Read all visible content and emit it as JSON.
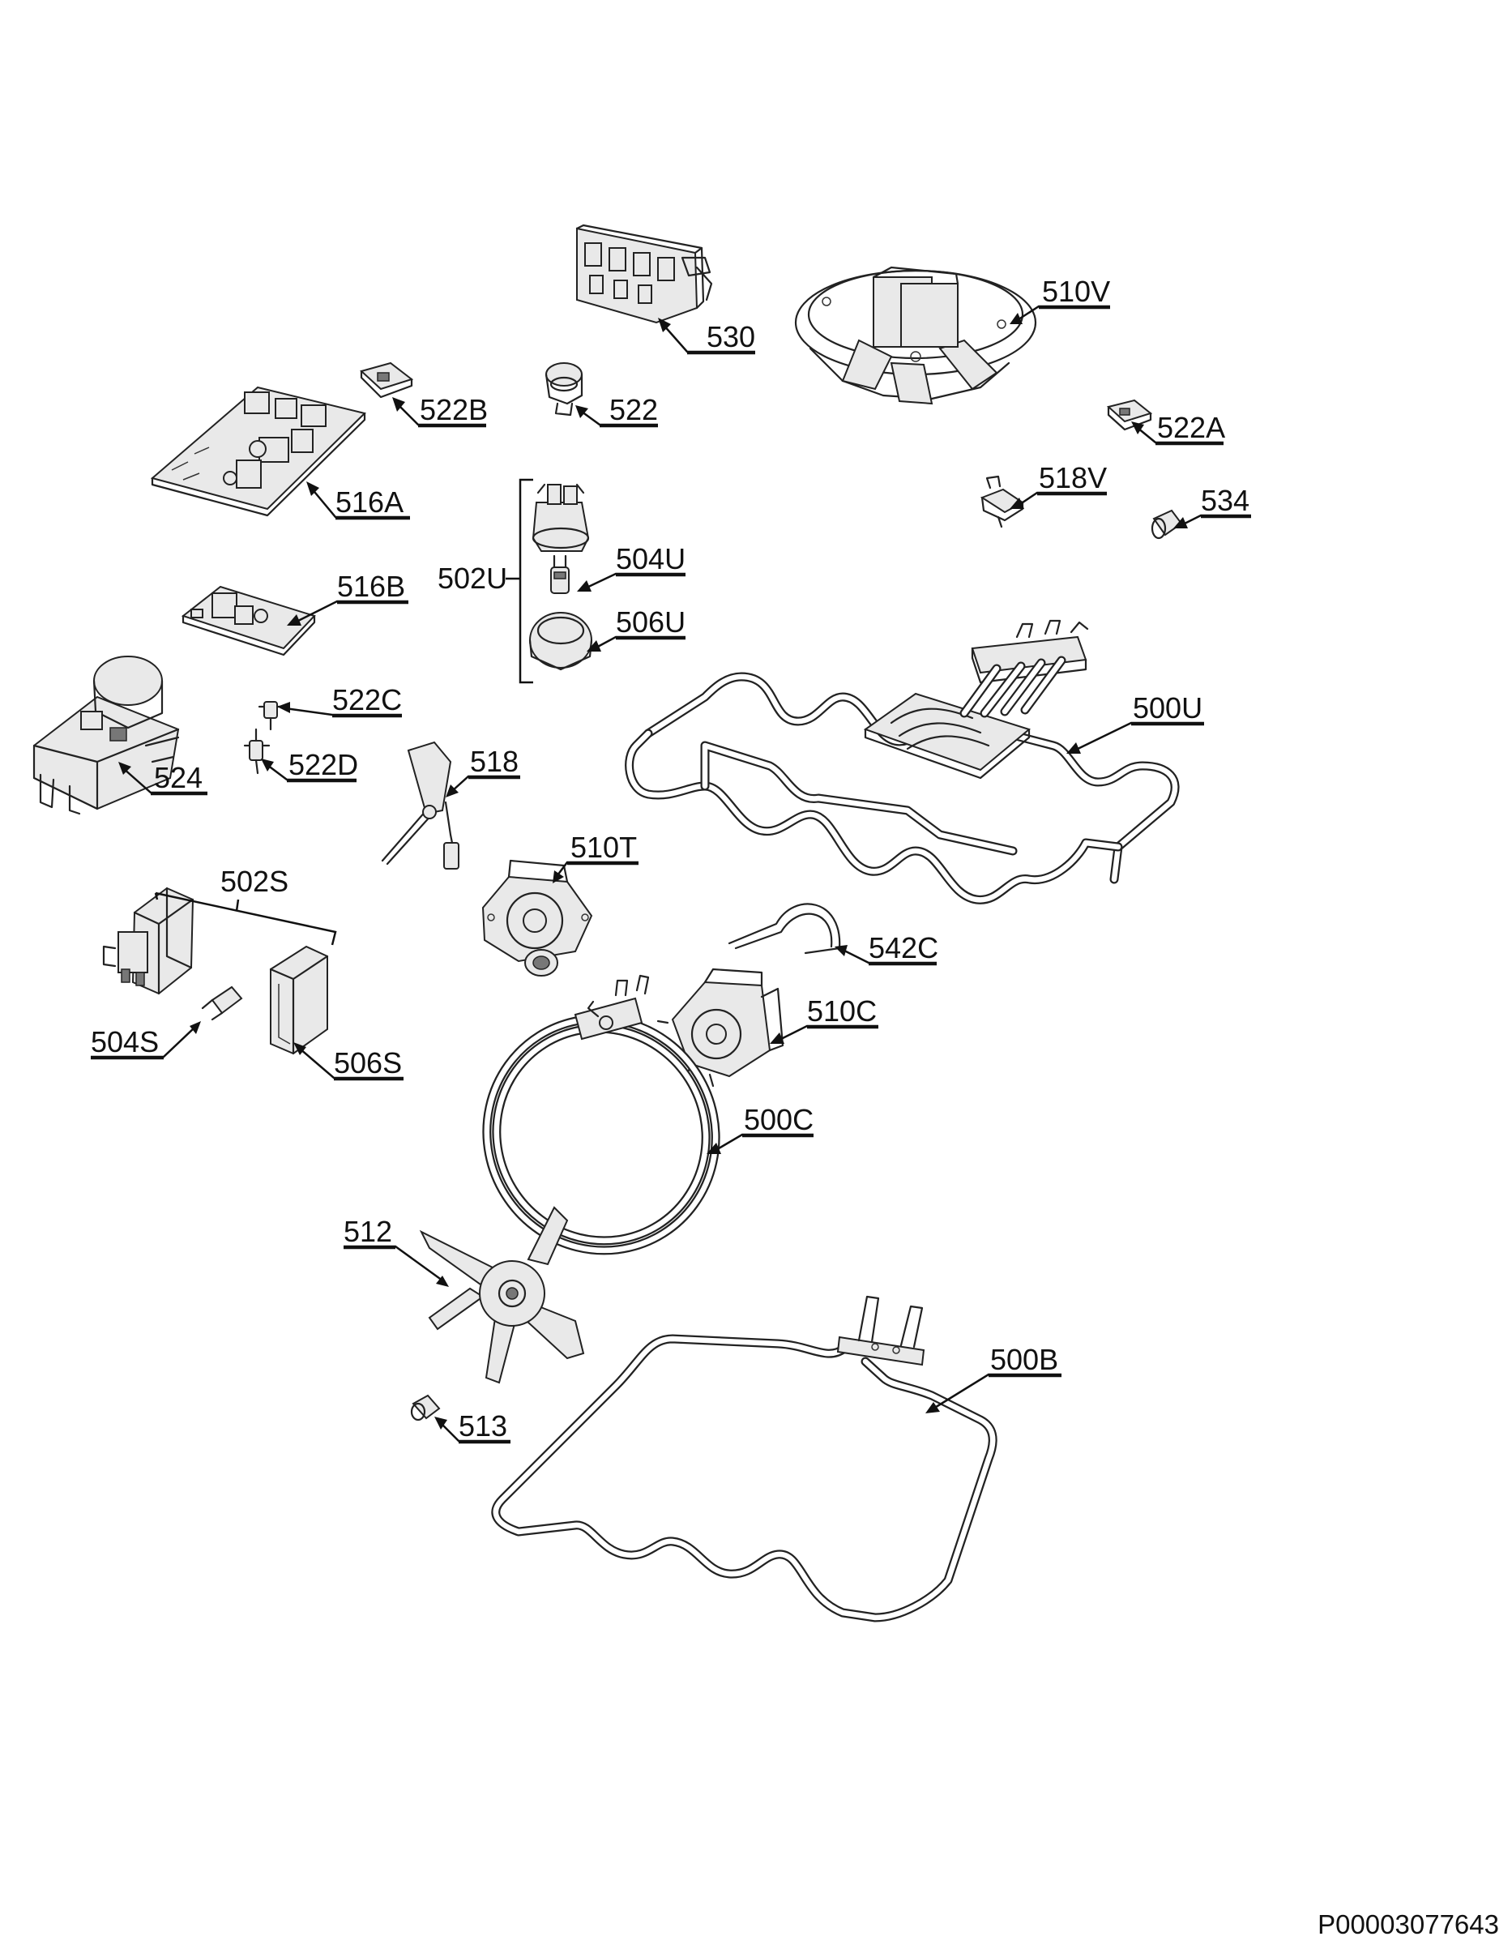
{
  "doc_id": "P00003077643",
  "callouts": {
    "c530": "530",
    "c510V": "510V",
    "c522B": "522B",
    "c522": "522",
    "c522A": "522A",
    "c516A": "516A",
    "c518V": "518V",
    "c534": "534",
    "c502U": "502U",
    "c504U": "504U",
    "c506U": "506U",
    "c516B": "516B",
    "c500U": "500U",
    "c522C": "522C",
    "c524": "524",
    "c522D": "522D",
    "c518": "518",
    "c510T": "510T",
    "c502S": "502S",
    "c542C": "542C",
    "c510C": "510C",
    "c504S": "504S",
    "c506S": "506S",
    "c500C": "500C",
    "c512": "512",
    "c500B": "500B",
    "c513": "513"
  }
}
